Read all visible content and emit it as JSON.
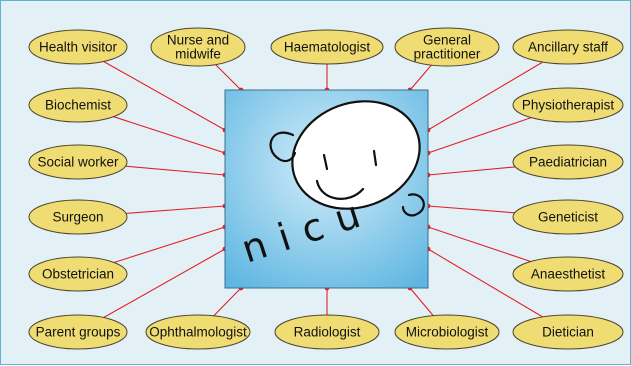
{
  "diagram": {
    "center_label": "nicu",
    "colors": {
      "background": "#e3f1f7",
      "border": "#5fb2d3",
      "node_fill": "#efdc73",
      "connector": "#e31f27",
      "center_light": "#c9e8f7",
      "center_dark": "#5fb6e2"
    },
    "nodes": [
      {
        "id": "health-visitor",
        "label": [
          "Health visitor"
        ]
      },
      {
        "id": "nurse-and-midwife",
        "label": [
          "Nurse and",
          "midwife"
        ]
      },
      {
        "id": "haematologist",
        "label": [
          "Haematologist"
        ]
      },
      {
        "id": "general-practitioner",
        "label": [
          "General",
          "practitioner"
        ]
      },
      {
        "id": "ancillary-staff",
        "label": [
          "Ancillary staff"
        ]
      },
      {
        "id": "biochemist",
        "label": [
          "Biochemist"
        ]
      },
      {
        "id": "physiotherapist",
        "label": [
          "Physiotherapist"
        ]
      },
      {
        "id": "social-worker",
        "label": [
          "Social worker"
        ]
      },
      {
        "id": "paediatrician",
        "label": [
          "Paediatrician"
        ]
      },
      {
        "id": "surgeon",
        "label": [
          "Surgeon"
        ]
      },
      {
        "id": "geneticist",
        "label": [
          "Geneticist"
        ]
      },
      {
        "id": "obstetrician",
        "label": [
          "Obstetrician"
        ]
      },
      {
        "id": "anaesthetist",
        "label": [
          "Anaesthetist"
        ]
      },
      {
        "id": "parent-groups",
        "label": [
          "Parent groups"
        ]
      },
      {
        "id": "ophthalmologist",
        "label": [
          "Ophthalmologist"
        ]
      },
      {
        "id": "radiologist",
        "label": [
          "Radiologist"
        ]
      },
      {
        "id": "microbiologist",
        "label": [
          "Microbiologist"
        ]
      },
      {
        "id": "dietician",
        "label": [
          "Dietician"
        ]
      }
    ]
  }
}
